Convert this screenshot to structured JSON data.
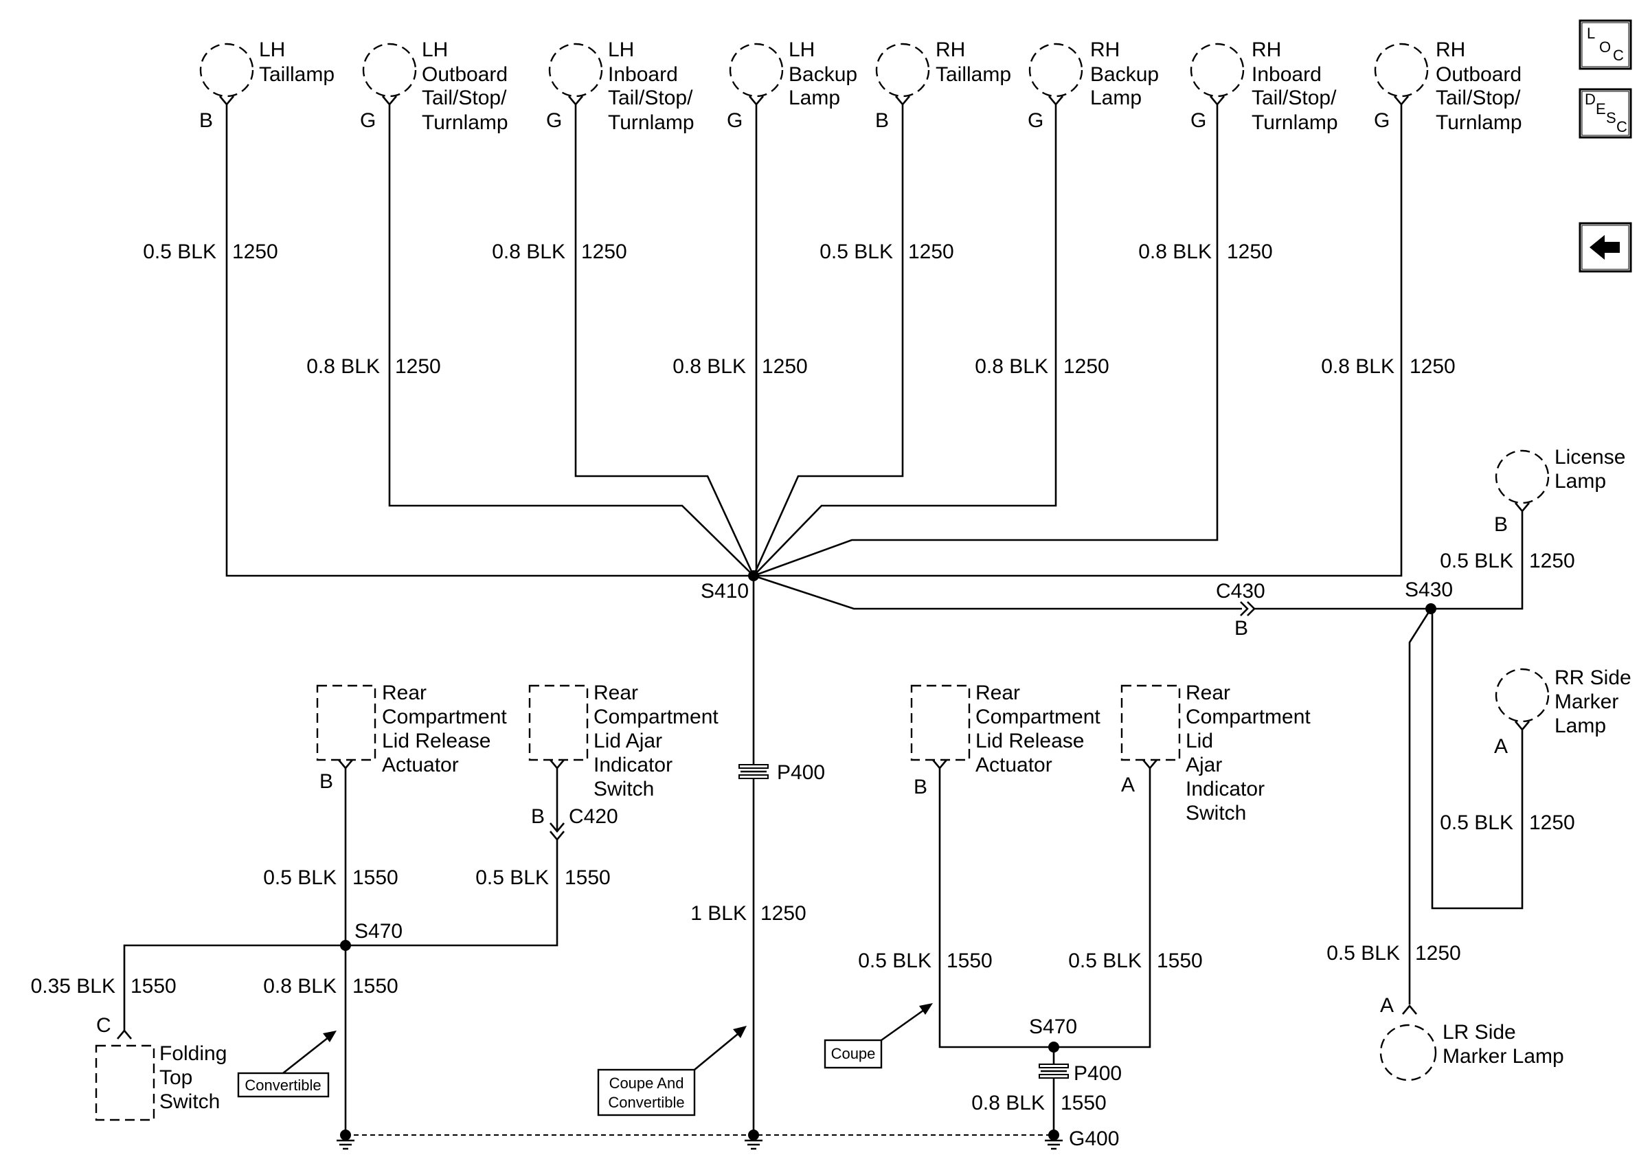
{
  "lamps": {
    "lh_taillamp": {
      "label": [
        "LH",
        "Taillamp"
      ],
      "pin": "B"
    },
    "lh_outboard": {
      "label": [
        "LH",
        "Outboard",
        "Tail/Stop/",
        "Turnlamp"
      ],
      "pin": "G"
    },
    "lh_inboard": {
      "label": [
        "LH",
        "Inboard",
        "Tail/Stop/",
        "Turnlamp"
      ],
      "pin": "G"
    },
    "lh_backup": {
      "label": [
        "LH",
        "Backup",
        "Lamp"
      ],
      "pin": "G"
    },
    "rh_taillamp": {
      "label": [
        "RH",
        "Taillamp"
      ],
      "pin": "B"
    },
    "rh_backup": {
      "label": [
        "RH",
        "Backup",
        "Lamp"
      ],
      "pin": "G"
    },
    "rh_inboard": {
      "label": [
        "RH",
        "Inboard",
        "Tail/Stop/",
        "Turnlamp"
      ],
      "pin": "G"
    },
    "rh_outboard": {
      "label": [
        "RH",
        "Outboard",
        "Tail/Stop/",
        "Turnlamp"
      ],
      "pin": "G"
    },
    "license": {
      "label": [
        "License",
        "Lamp"
      ],
      "pin": "B"
    },
    "rr_side_marker": {
      "label": [
        "RR Side",
        "Marker",
        "Lamp"
      ],
      "pin": "A"
    },
    "lr_side_marker": {
      "label": [
        "LR Side",
        "Marker Lamp"
      ],
      "pin": "A"
    }
  },
  "components": {
    "rcl_release_conv": {
      "label": [
        "Rear",
        "Compartment",
        "Lid Release",
        "Actuator"
      ],
      "pin": "B"
    },
    "rcl_ajar_conv": {
      "label": [
        "Rear",
        "Compartment",
        "Lid Ajar",
        "Indicator",
        "Switch"
      ],
      "pin": "B",
      "connector": "C420"
    },
    "rcl_release_coupe": {
      "label": [
        "Rear",
        "Compartment",
        "Lid Release",
        "Actuator"
      ],
      "pin": "B"
    },
    "rcl_ajar_coupe": {
      "label": [
        "Rear",
        "Compartment",
        "Lid",
        "Ajar",
        "Indicator",
        "Switch"
      ],
      "pin": "A"
    },
    "folding_top": {
      "label": [
        "Folding",
        "Top",
        "Switch"
      ],
      "pin": "C"
    }
  },
  "wires": {
    "lh_taillamp": {
      "size": "0.5 BLK",
      "circuit": "1250"
    },
    "lh_outboard": {
      "size": "0.8 BLK",
      "circuit": "1250"
    },
    "lh_inboard": {
      "size": "0.8 BLK",
      "circuit": "1250"
    },
    "lh_backup": {
      "size": "0.8 BLK",
      "circuit": "1250"
    },
    "rh_taillamp": {
      "size": "0.5 BLK",
      "circuit": "1250"
    },
    "rh_backup": {
      "size": "0.8 BLK",
      "circuit": "1250"
    },
    "rh_inboard": {
      "size": "0.8 BLK",
      "circuit": "1250"
    },
    "rh_outboard": {
      "size": "0.8 BLK",
      "circuit": "1250"
    },
    "license": {
      "size": "0.5 BLK",
      "circuit": "1250"
    },
    "rr_side_marker": {
      "size": "0.5 BLK",
      "circuit": "1250"
    },
    "lr_side_marker": {
      "size": "0.5 BLK",
      "circuit": "1250"
    },
    "main_ground": {
      "size": "1 BLK",
      "circuit": "1250"
    },
    "conv_release": {
      "size": "0.5 BLK",
      "circuit": "1550"
    },
    "conv_ajar": {
      "size": "0.5 BLK",
      "circuit": "1550"
    },
    "folding_top": {
      "size": "0.35 BLK",
      "circuit": "1550"
    },
    "conv_ground": {
      "size": "0.8 BLK",
      "circuit": "1550"
    },
    "coupe_release": {
      "size": "0.5 BLK",
      "circuit": "1550"
    },
    "coupe_ajar": {
      "size": "0.5 BLK",
      "circuit": "1550"
    },
    "coupe_ground": {
      "size": "0.8 BLK",
      "circuit": "1550"
    }
  },
  "splices": {
    "s410": "S410",
    "s430": "S430",
    "s470_conv": "S470",
    "s470_coupe": "S470"
  },
  "connectors": {
    "c430": "C430",
    "c430_pin": "B",
    "p400_main": "P400",
    "p400_coupe": "P400",
    "c420": "C420"
  },
  "ground": "G400",
  "notes": {
    "convertible": "Convertible",
    "coupe": "Coupe",
    "coupe_and_convertible": [
      "Coupe And",
      "Convertible"
    ]
  },
  "nav": {
    "loc": {
      "letters": [
        "L",
        "O",
        "C"
      ]
    },
    "desc": {
      "letters": [
        "D",
        "E",
        "S",
        "C"
      ]
    },
    "back": {
      "icon": "left-arrow-icon"
    }
  }
}
